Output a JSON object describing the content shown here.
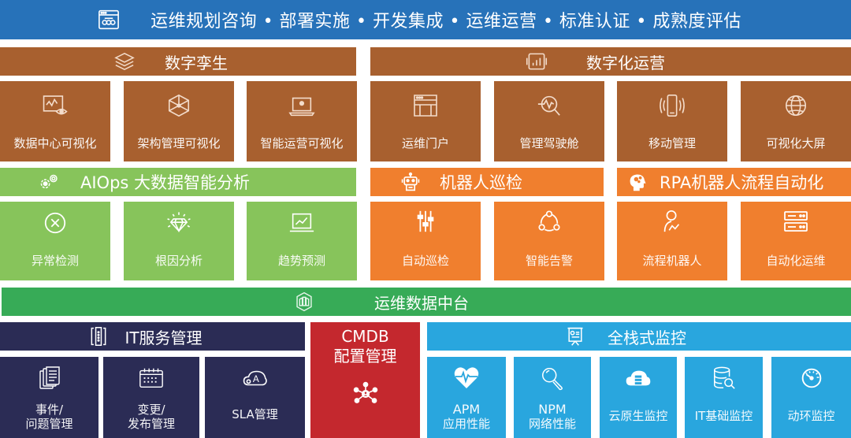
{
  "banner": {
    "icon": "dashboard-window-icon",
    "items": [
      "运维规划咨询",
      "部署实施",
      "开发集成",
      "运维运营",
      "标准认证",
      "成熟度评估"
    ],
    "separator": "•",
    "text": "运维规划咨询 • 部署实施 • 开发集成 • 运维运营 • 标准认证 • 成熟度评估"
  },
  "digital_twin": {
    "title": "数字孪生",
    "icon": "layers-icon",
    "tiles": [
      {
        "label": "数据中心可视化",
        "icon": "monitor-eye-icon"
      },
      {
        "label": "架构管理可视化",
        "icon": "cube-network-icon"
      },
      {
        "label": "智能运营可视化",
        "icon": "laptop-icon"
      }
    ]
  },
  "digital_ops": {
    "title": "数字化运营",
    "icon": "bar-chart-icon",
    "tiles": [
      {
        "label": "运维门户",
        "icon": "browser-window-icon"
      },
      {
        "label": "管理驾驶舱",
        "icon": "search-trend-icon"
      },
      {
        "label": "移动管理",
        "icon": "mobile-phone-icon"
      },
      {
        "label": "可视化大屏",
        "icon": "globe-icon"
      }
    ]
  },
  "aiops": {
    "title": "AIOps 大数据智能分析",
    "icon": "gears-icon",
    "tiles": [
      {
        "label": "异常检测",
        "icon": "circle-x-icon"
      },
      {
        "label": "根因分析",
        "icon": "diamond-icon"
      },
      {
        "label": "趋势预测",
        "icon": "trend-monitor-icon"
      }
    ]
  },
  "robot_inspection": {
    "title": "机器人巡检",
    "icon": "robot-icon",
    "tiles": [
      {
        "label": "自动巡检",
        "icon": "sliders-icon"
      },
      {
        "label": "智能告警",
        "icon": "share-cycle-icon"
      }
    ]
  },
  "rpa": {
    "title": "RPA机器人流程自动化",
    "icon": "head-gears-icon",
    "tiles": [
      {
        "label": "流程机器人",
        "icon": "user-flow-icon"
      },
      {
        "label": "自动化运维",
        "icon": "server-icon"
      }
    ]
  },
  "data_platform": {
    "title": "运维数据中台",
    "icon": "building-hex-icon"
  },
  "itsm": {
    "title": "IT服务管理",
    "icon": "door-panel-icon",
    "tiles": [
      {
        "label_line1": "事件/",
        "label_line2": "问题管理",
        "icon": "documents-icon"
      },
      {
        "label_line1": "变更/",
        "label_line2": "发布管理",
        "icon": "calendar-icon"
      },
      {
        "label_line1": "SLA管理",
        "label_line2": "",
        "icon": "cloud-a-icon"
      }
    ]
  },
  "cmdb": {
    "title_line1": "CMDB",
    "title_line2": "配置管理",
    "icon": "network-hub-icon"
  },
  "monitoring": {
    "title": "全栈式监控",
    "icon": "presentation-board-icon",
    "tiles": [
      {
        "label_line1": "APM",
        "label_line2": "应用性能",
        "icon": "heart-pulse-icon"
      },
      {
        "label_line1": "NPM",
        "label_line2": "网络性能",
        "icon": "magnifier-icon"
      },
      {
        "label_line1": "云原生监控",
        "label_line2": "",
        "icon": "cloud-server-icon"
      },
      {
        "label_line1": "IT基础监控",
        "label_line2": "",
        "icon": "database-search-icon"
      },
      {
        "label_line1": "动环监控",
        "label_line2": "",
        "icon": "gauge-icon"
      }
    ]
  },
  "colors": {
    "banner": "#2772b9",
    "digital": "#a8602f",
    "aiops": "#87c45b",
    "robot": "#f07f2e",
    "data_platform": "#37ab57",
    "itsm": "#2b2c55",
    "cmdb": "#c4282e",
    "monitoring": "#29a6de"
  }
}
